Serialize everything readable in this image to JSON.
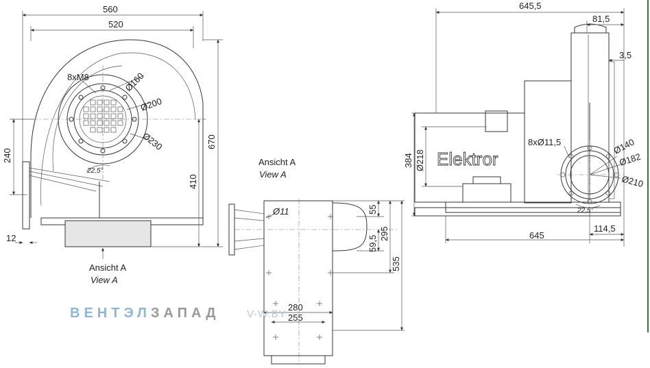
{
  "front": {
    "d560": "560",
    "d520": "520",
    "d670": "670",
    "d410": "410",
    "d240": "240",
    "d12": "12",
    "bolts": "8xM8",
    "dia160": "Ø160",
    "dia200": "Ø200",
    "dia230": "Ø230",
    "angle": "22,5°",
    "view_de": "Ansicht A",
    "view_en": "View A"
  },
  "middle": {
    "view_de": "Ansicht A",
    "view_en": "View A",
    "dia11": "Ø11",
    "d55": "55",
    "d59_5": "59,5",
    "d295": "295",
    "d535": "535",
    "d280": "280",
    "d255": "255"
  },
  "side": {
    "d645_5": "645,5",
    "d81_5": "81,5",
    "d3_5": "3,5",
    "d384": "384",
    "dia218": "Ø218",
    "brand": "Elektror",
    "bolts": "8xØ11,5",
    "dia140": "Ø140",
    "dia182": "Ø182",
    "dia210": "Ø210",
    "angle": "22,5°",
    "d114_5": "114,5",
    "d645": "645"
  },
  "watermark": {
    "part1": "ВЕНТЭЛ",
    "part2": "ЗАПАД",
    "site": "V-W.BY"
  }
}
